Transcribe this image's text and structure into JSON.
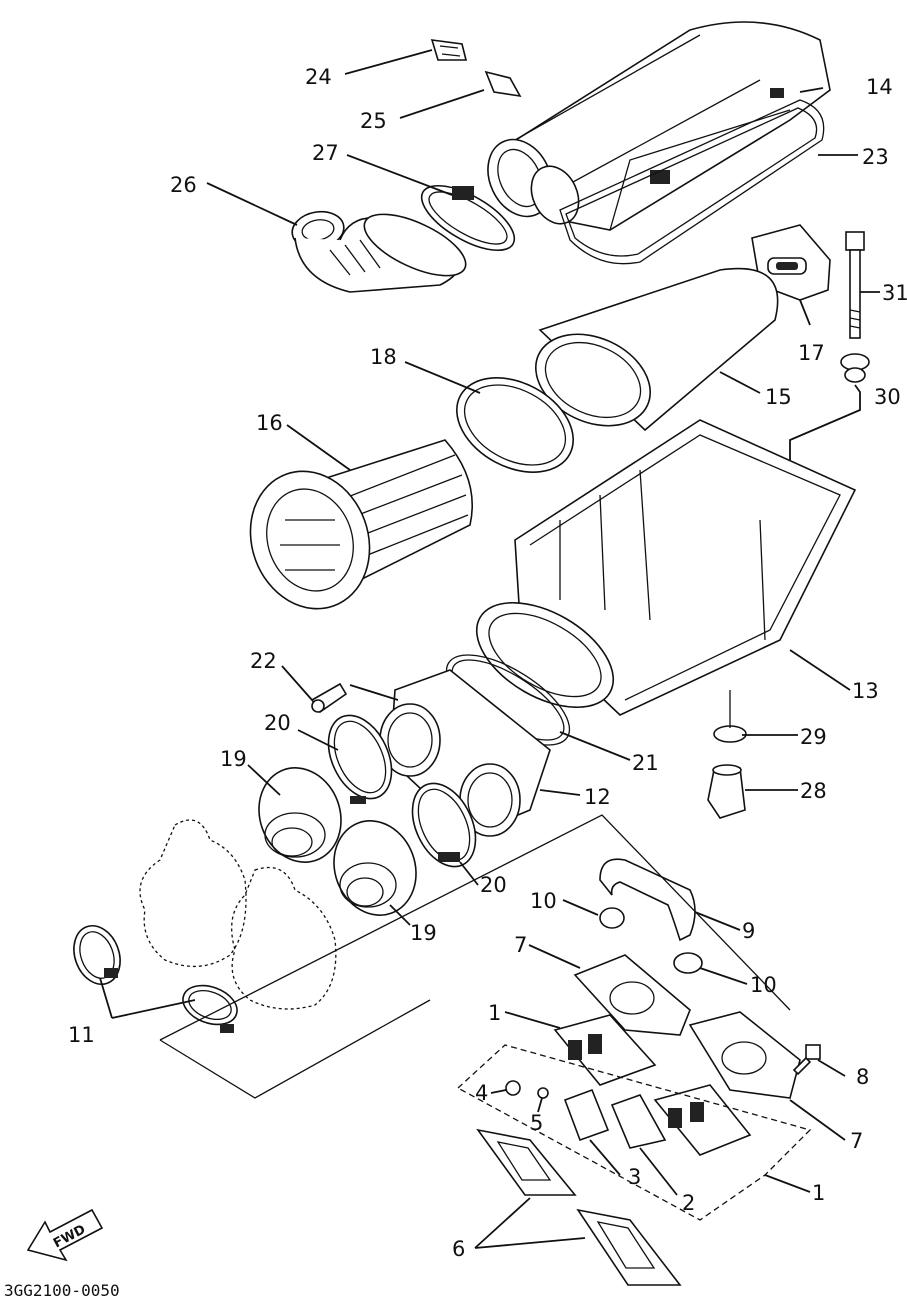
{
  "diagram": {
    "code": "3GG2100-0050",
    "direction_label": "FWD",
    "callouts": [
      "1",
      "2",
      "3",
      "4",
      "5",
      "6",
      "7",
      "8",
      "9",
      "10",
      "11",
      "12",
      "13",
      "14",
      "15",
      "16",
      "17",
      "18",
      "19",
      "20",
      "21",
      "22",
      "23",
      "24",
      "25",
      "26",
      "27",
      "28",
      "29",
      "30",
      "31"
    ]
  },
  "labels": {
    "c1a": "1",
    "c1b": "1",
    "c2": "2",
    "c3": "3",
    "c4": "4",
    "c5": "5",
    "c6": "6",
    "c7a": "7",
    "c7b": "7",
    "c8": "8",
    "c9": "9",
    "c10a": "10",
    "c10b": "10",
    "c11": "11",
    "c12": "12",
    "c13": "13",
    "c14": "14",
    "c15": "15",
    "c16": "16",
    "c17": "17",
    "c18": "18",
    "c19a": "19",
    "c19b": "19",
    "c20a": "20",
    "c20b": "20",
    "c21": "21",
    "c22": "22",
    "c23": "23",
    "c24": "24",
    "c25": "25",
    "c26": "26",
    "c27": "27",
    "c28": "28",
    "c29": "29",
    "c30": "30",
    "c31": "31"
  }
}
